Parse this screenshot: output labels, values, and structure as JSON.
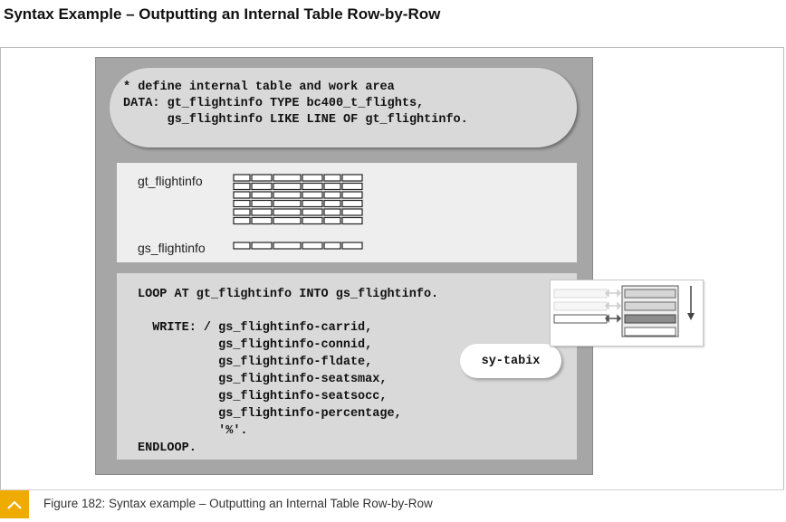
{
  "title": "Syntax Example – Outputting an Internal Table Row-by-Row",
  "declaration": {
    "lines": [
      "* define internal table and work area",
      "DATA: gt_flightinfo TYPE bc400_t_flights,",
      "      gs_flightinfo LIKE LINE OF gt_flightinfo."
    ]
  },
  "variables": {
    "table_label": "gt_flightinfo",
    "workarea_label": "gs_flightinfo"
  },
  "loop_code": {
    "lines": [
      "LOOP AT gt_flightinfo INTO gs_flightinfo.",
      "",
      "  WRITE: / gs_flightinfo-carrid,",
      "           gs_flightinfo-connid,",
      "           gs_flightinfo-fldate,",
      "           gs_flightinfo-seatsmax,",
      "           gs_flightinfo-seatsocc,",
      "           gs_flightinfo-percentage,",
      "           '%'.",
      "ENDLOOP."
    ]
  },
  "tabix_label": "sy-tabix",
  "caption": "Figure 182: Syntax example – Outputting an Internal Table Row-by-Row",
  "colors": {
    "panel": "#a6a6a6",
    "caption_icon": "#f0ab00"
  },
  "icons": {
    "caption": "chevron-up-icon",
    "loop_illustration": "row-copy-arrows-icon"
  }
}
